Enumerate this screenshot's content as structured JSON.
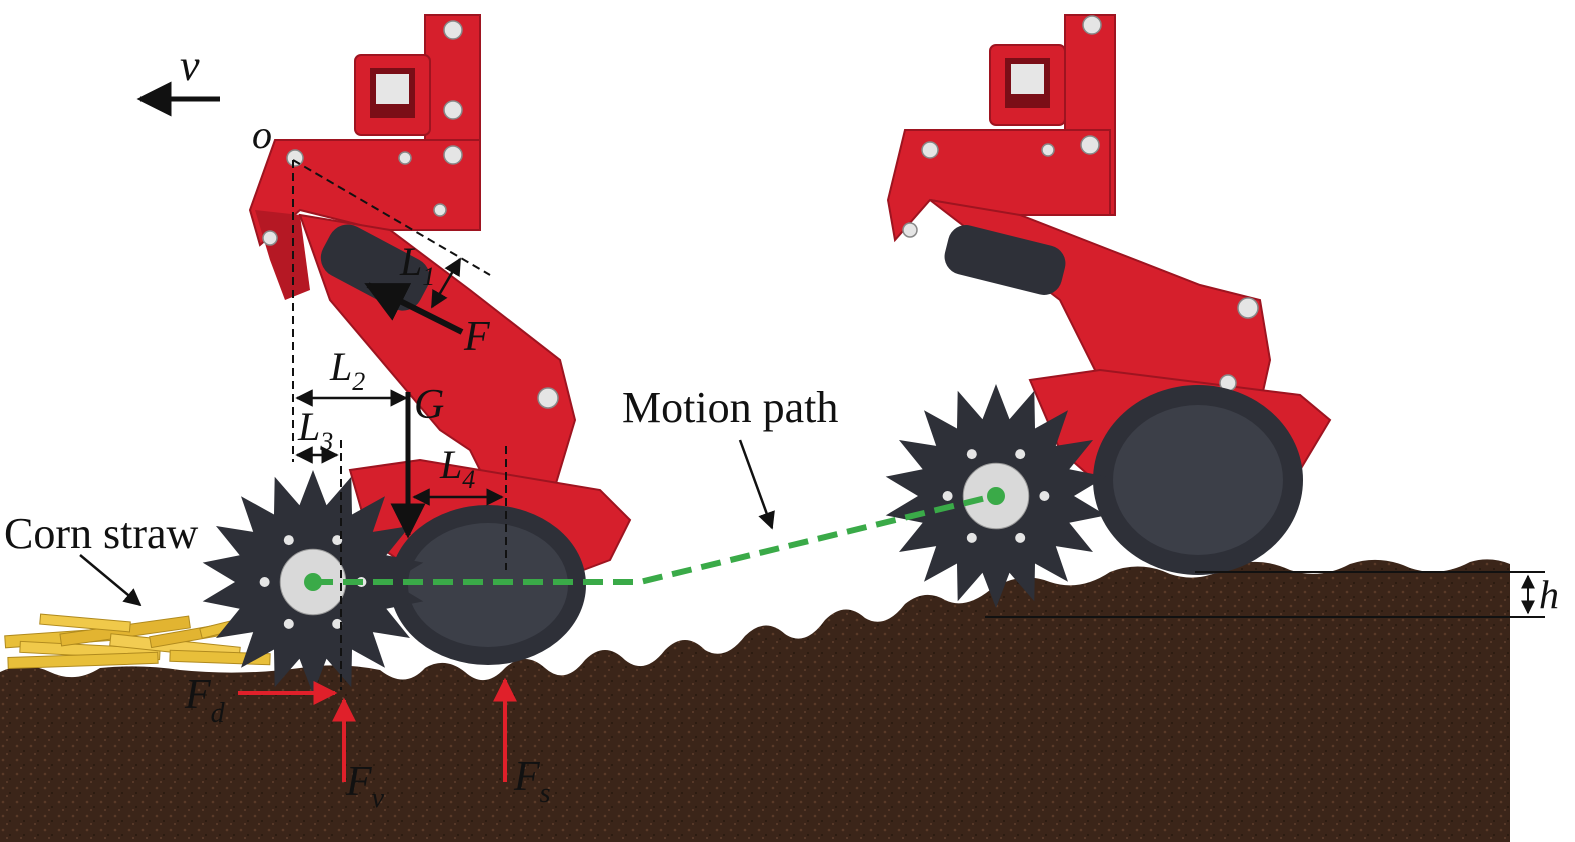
{
  "labels": {
    "velocity": "v",
    "pivot": "o",
    "force_f": "F",
    "gravity": "G",
    "l1": "L",
    "l1_sub": "1",
    "l2": "L",
    "l2_sub": "2",
    "l3": "L",
    "l3_sub": "3",
    "l4": "L",
    "l4_sub": "4",
    "fd": "F",
    "fd_sub": "d",
    "fv": "F",
    "fv_sub": "v",
    "fs": "F",
    "fs_sub": "s",
    "h": "h",
    "corn_straw": "Corn straw",
    "motion_path": "Motion path"
  },
  "colors": {
    "frame_red": "#d61f2c",
    "frame_dark": "#9e1420",
    "soil": "#3b2519",
    "soil_top": "#4a3022",
    "straw": "#e8bf3a",
    "wheel_dark": "#2e3038",
    "path_green": "#3aaa48",
    "force_red": "#e0202a"
  }
}
